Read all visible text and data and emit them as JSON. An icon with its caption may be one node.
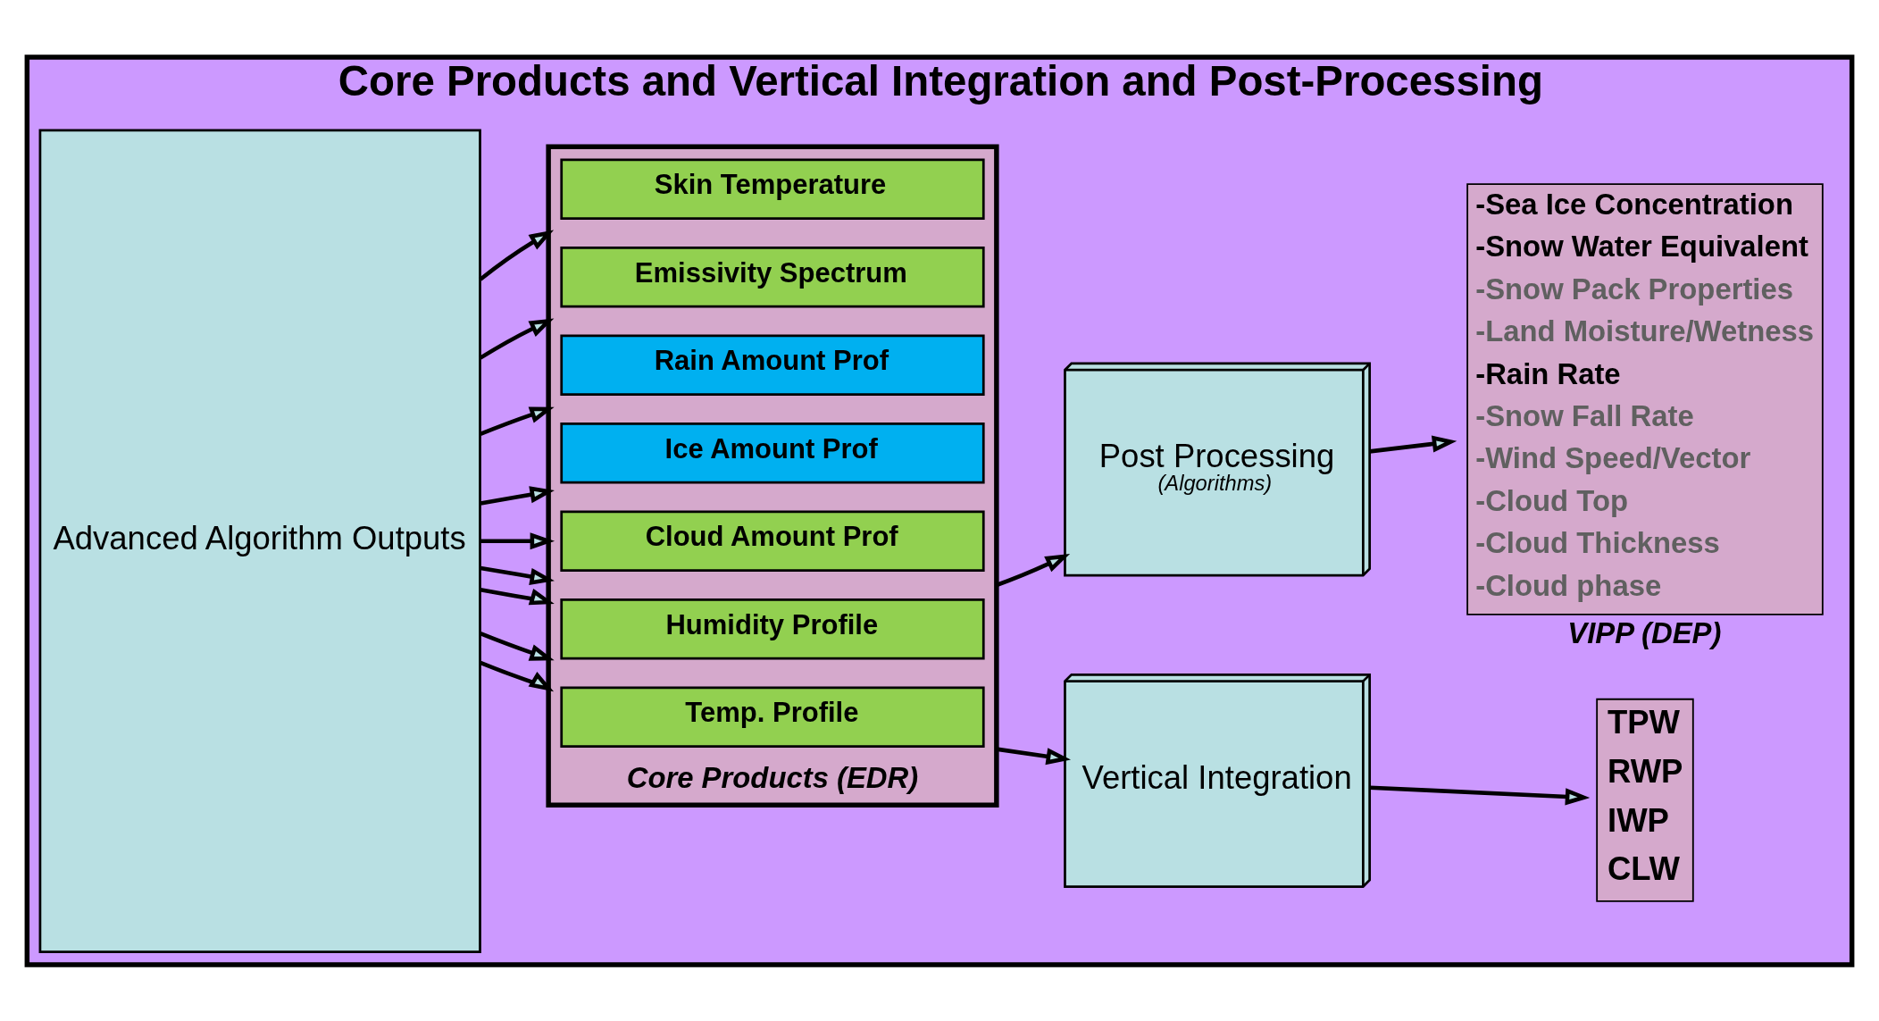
{
  "diagram": {
    "nodes": [
      {
        "text": [
          "Core Products and Vertical Integration and Post-Processing"
        ]
      },
      {
        "text": [
          "Advanced Algorithm Outputs"
        ],
        "in": 0
      },
      {
        "text": [
          "Core Products (EDR)"
        ],
        "in": 0
      },
      {
        "text": [
          "Temp. Profile"
        ],
        "in": 2
      },
      {
        "text": [
          "Humidity Profile"
        ],
        "in": 2
      },
      {
        "text": [
          "Cloud Amount Prof"
        ],
        "in": 2
      },
      {
        "text": [
          "Ice Amount Prof"
        ],
        "in": 2
      },
      {
        "text": [
          "Rain Amount Prof"
        ],
        "in": 2
      },
      {
        "text": [
          "Emissivity Spectrum"
        ],
        "in": 2
      },
      {
        "text": [
          "Skin Temperature"
        ],
        "in": 2
      },
      {
        "text": [
          "Vertical Integration"
        ],
        "in": 0
      },
      {
        "text": [
          "Post Processing",
          "(Algorithms)"
        ],
        "in": 0
      },
      {
        "text": [
          "TPW",
          "RWP",
          "IWP",
          "CLW"
        ],
        "in": 0
      },
      {
        "text": [
          "-Sea Ice Concentration",
          "-Snow Water Equivalent",
          "-Snow Pack Properties",
          "-Land Moisture/Wetness",
          "-Rain Rate",
          "-Snow Fall Rate",
          "-Wind Speed/Vector",
          "-Cloud Top",
          "-Cloud Thickness",
          "-Cloud phase",
          "VIPP (DEP)"
        ],
        "in": 0
      }
    ],
    "edges": [
      {
        "from": 1,
        "to": 2,
        "arrow": "to"
      },
      {
        "from": 1,
        "to": 2,
        "arrow": "to"
      },
      {
        "from": 1,
        "to": 2,
        "arrow": "to"
      },
      {
        "from": 1,
        "to": 2,
        "arrow": "to"
      },
      {
        "from": 1,
        "to": 2,
        "arrow": "to"
      },
      {
        "from": 1,
        "to": 2,
        "arrow": "to"
      },
      {
        "from": 1,
        "to": 2,
        "arrow": "to"
      },
      {
        "from": 1,
        "to": 2,
        "arrow": "to"
      },
      {
        "from": 1,
        "to": 2,
        "arrow": "to"
      },
      {
        "from": 2,
        "to": 10,
        "arrow": "to"
      },
      {
        "from": 2,
        "to": 11,
        "arrow": "to"
      },
      {
        "from": 10,
        "to": 12,
        "arrow": "to"
      },
      {
        "from": 11,
        "to": 13,
        "arrow": "to"
      }
    ]
  }
}
